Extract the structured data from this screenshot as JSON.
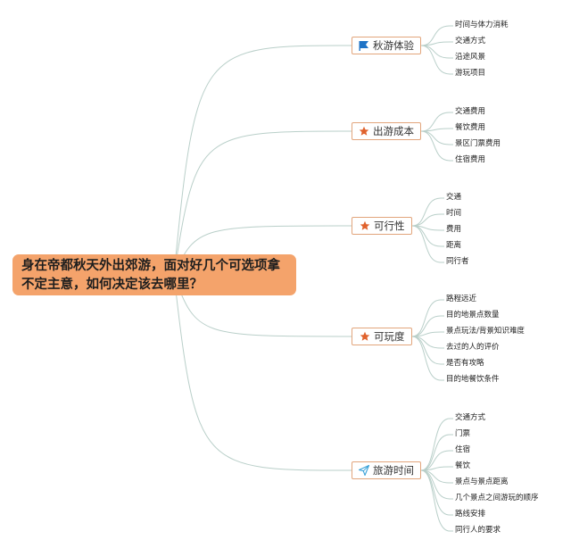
{
  "root": {
    "line1": "身在帝都秋天外出郊游，面对好几个可选项拿",
    "line2": "不定主意，如何决定该去哪里？"
  },
  "branches": [
    {
      "label": "秋游体验",
      "icon": "flag-icon",
      "icon_color": "#1f73c6",
      "items": [
        "时间与体力消耗",
        "交通方式",
        "沿途风景",
        "游玩项目"
      ]
    },
    {
      "label": "出游成本",
      "icon": "star-icon",
      "icon_color": "#e0622d",
      "items": [
        "交通费用",
        "餐饮费用",
        "景区门票费用",
        "住宿费用"
      ]
    },
    {
      "label": "可行性",
      "icon": "star-icon",
      "icon_color": "#e0622d",
      "items": [
        "交通",
        "时间",
        "费用",
        "距离",
        "同行者"
      ]
    },
    {
      "label": "可玩度",
      "icon": "star-icon",
      "icon_color": "#e0622d",
      "items": [
        "路程远近",
        "目的地景点数量",
        "景点玩法/背景知识难度",
        "去过的人的评价",
        "是否有攻略",
        "目的地餐饮条件"
      ]
    },
    {
      "label": "旅游时间",
      "icon": "paper-plane-icon",
      "icon_color": "#3aa2d8",
      "items": [
        "交通方式",
        "门票",
        "住宿",
        "餐饮",
        "景点与景点距离",
        "几个景点之间游玩的顺序",
        "路线安排",
        "同行人的要求"
      ]
    }
  ],
  "colors": {
    "root_fill": "#f4a36b",
    "branch_border": "#e2a57c",
    "link": "#b9cfc9"
  }
}
